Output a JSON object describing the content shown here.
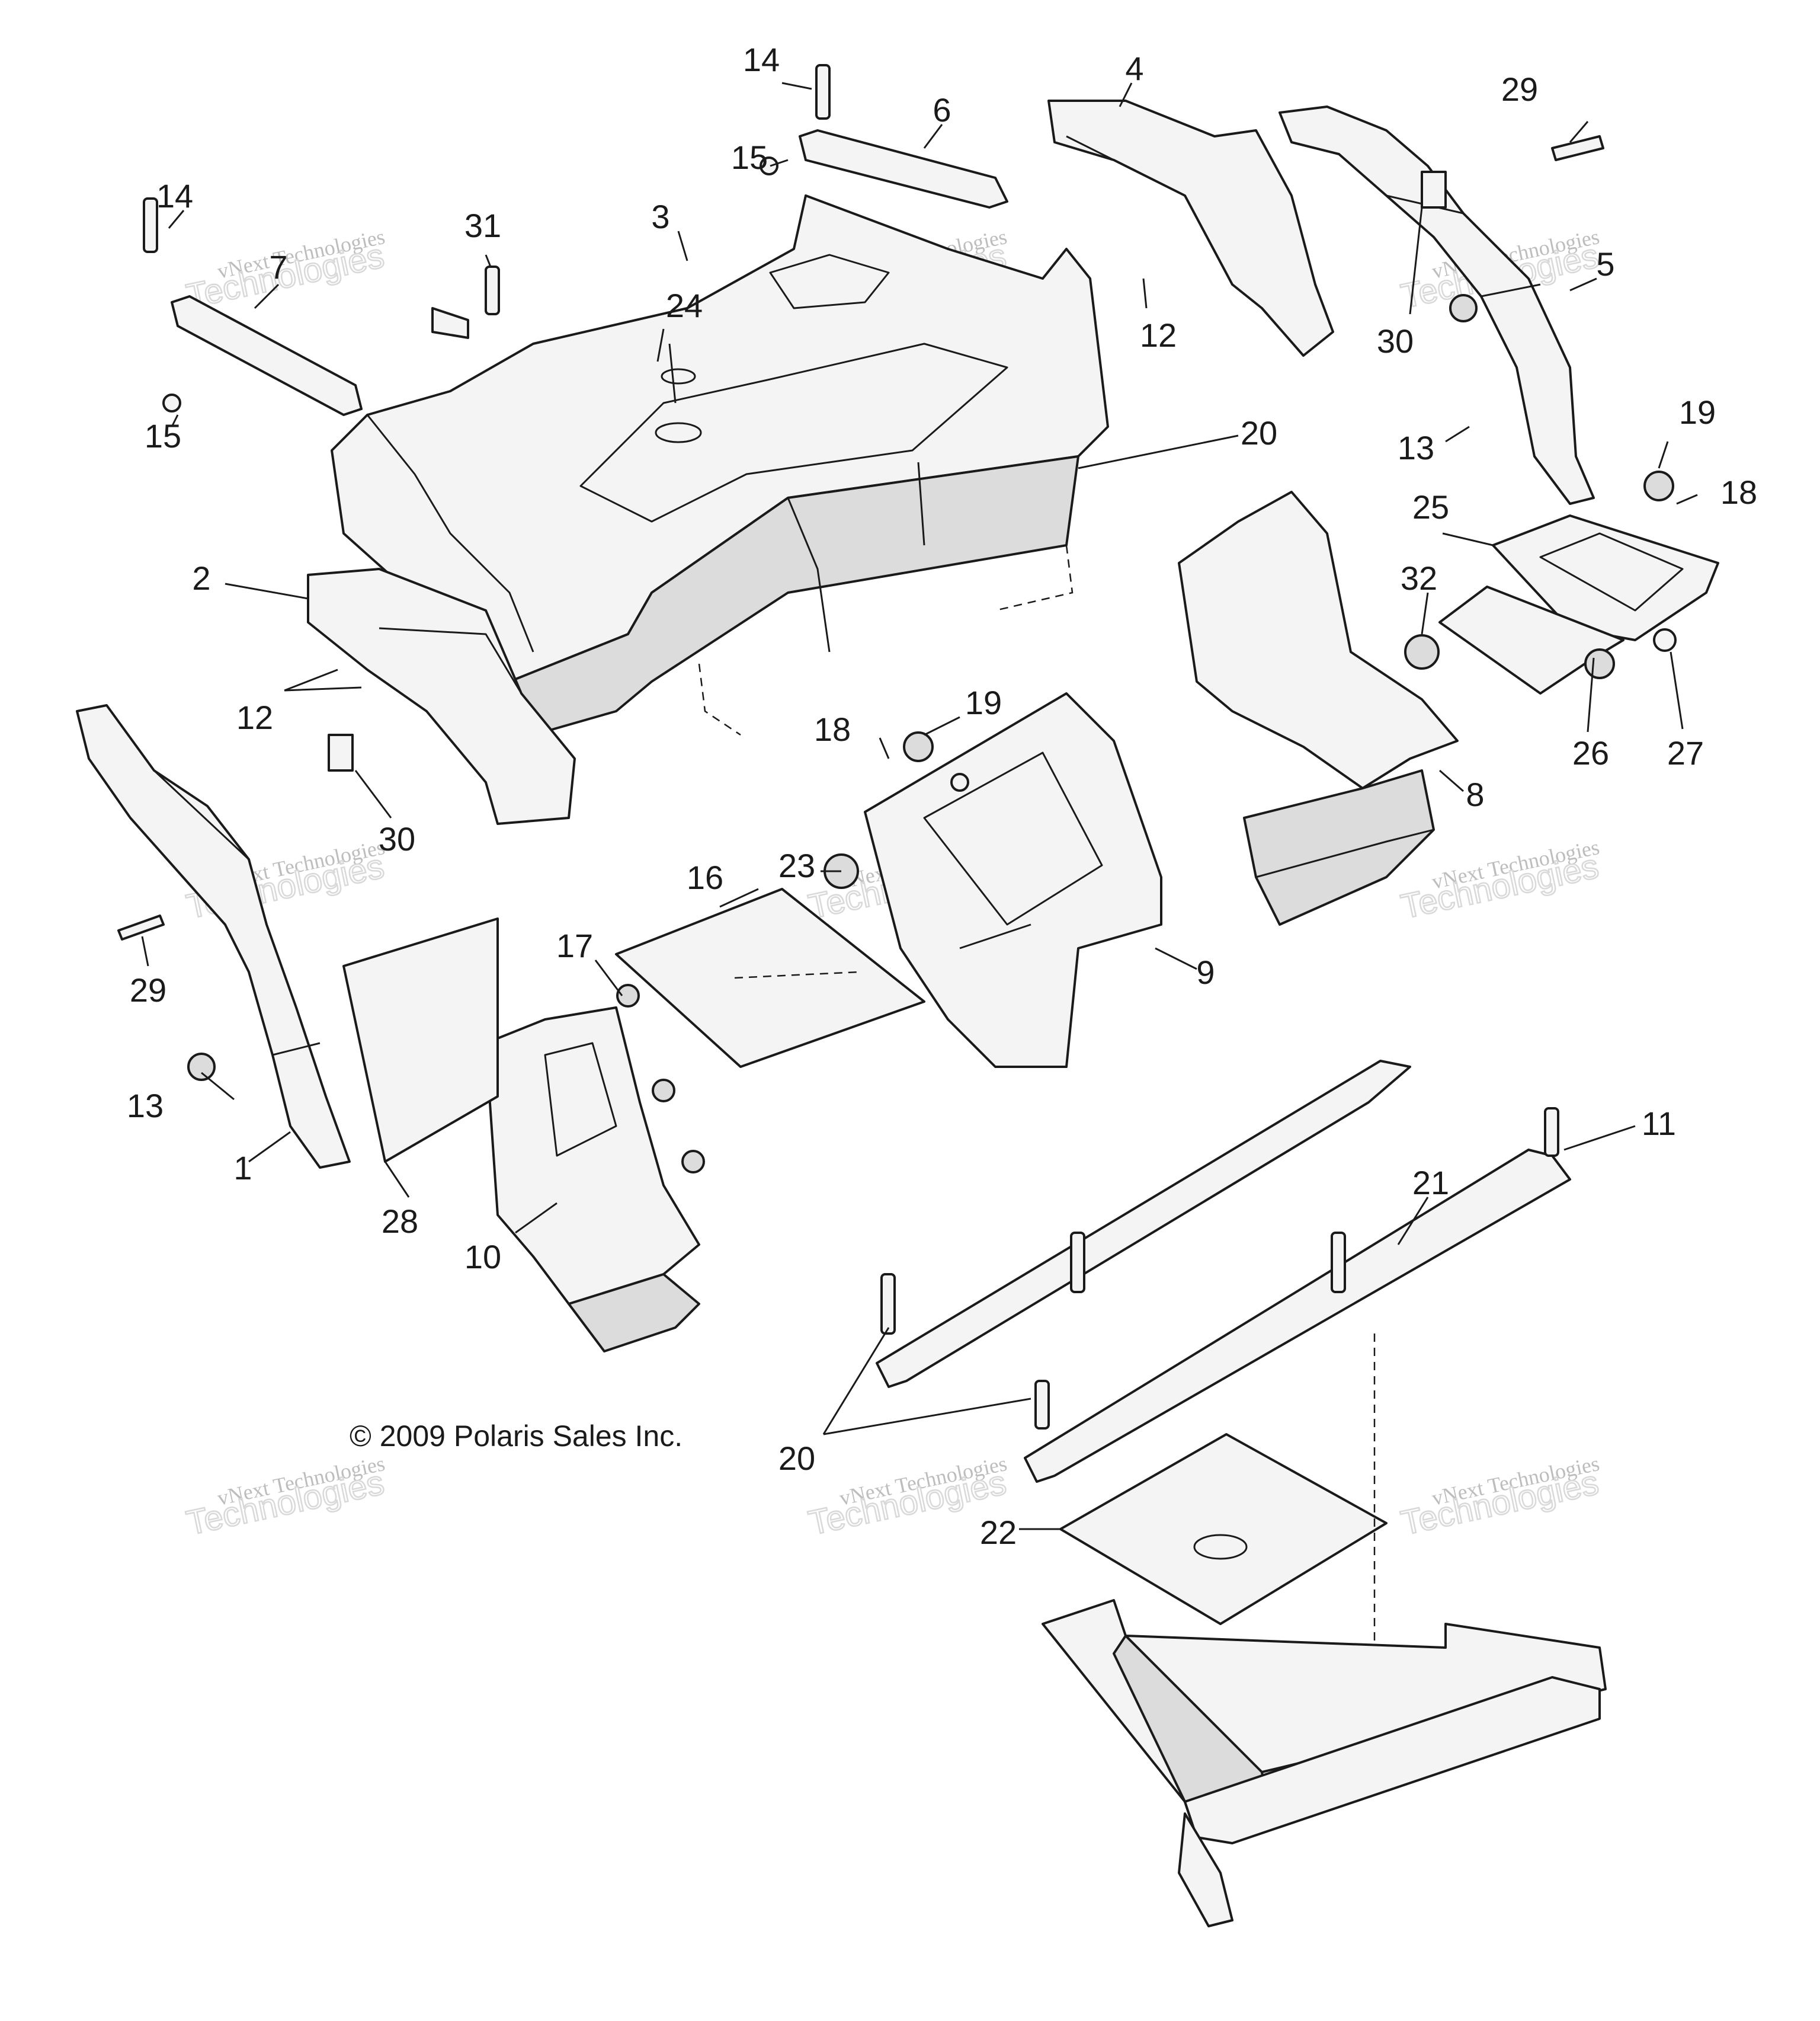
{
  "callouts": {
    "c1": "1",
    "c2": "2",
    "c3": "3",
    "c4": "4",
    "c5": "5",
    "c6": "6",
    "c7": "7",
    "c8": "8",
    "c9": "9",
    "c10": "10",
    "c11": "11",
    "c12": "12",
    "c13": "13",
    "c14": "14",
    "c15": "15",
    "c16": "16",
    "c17": "17",
    "c18": "18",
    "c19": "19",
    "c20": "20",
    "c21": "21",
    "c22": "22",
    "c23": "23",
    "c24": "24",
    "c25": "25",
    "c26": "26",
    "c27": "27",
    "c28": "28",
    "c29": "29",
    "c30": "30",
    "c31": "31",
    "c32": "32"
  },
  "copyright": "© 2009 Polaris Sales Inc.",
  "watermark": {
    "line1": "vNext Technologies",
    "line2": "Technologies"
  }
}
